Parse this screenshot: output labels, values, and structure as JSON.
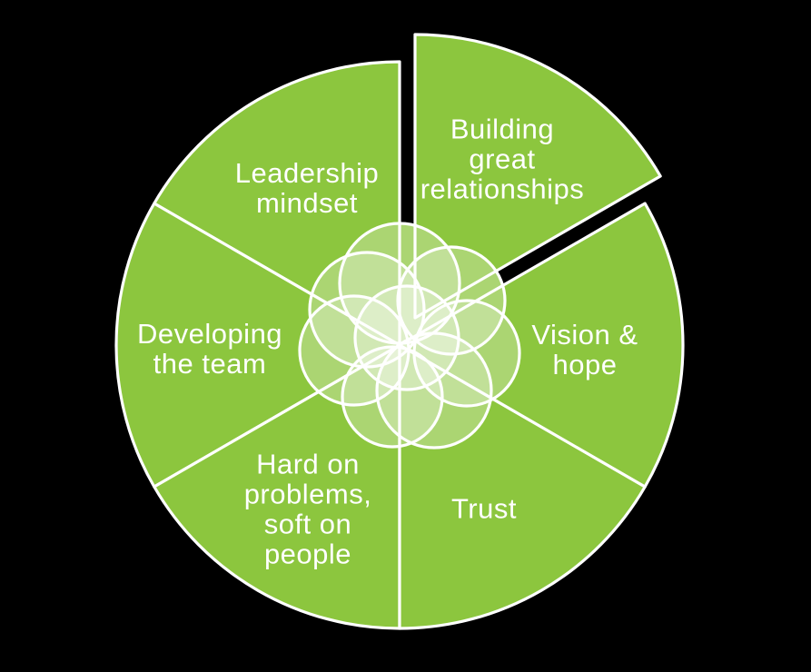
{
  "background_color": "#000000",
  "colors": {
    "slice_green": "#8CC63E",
    "outline_white": "#FFFFFF",
    "label_white": "#FFFFFF",
    "cluster_fill": "rgba(255,255,255,0.27)"
  },
  "diagram": {
    "type": "segmented-wheel",
    "center_motif": "rosette-of-overlapping-translucent-circles",
    "segments": [
      {
        "id": "building-great-relationships",
        "label": "Building\ngreat\nrelationships",
        "exploded": true
      },
      {
        "id": "vision-and-hope",
        "label": "Vision &\nhope",
        "exploded": false
      },
      {
        "id": "trust",
        "label": "Trust",
        "exploded": false
      },
      {
        "id": "hard-on-problems-soft-on-people",
        "label": "Hard on\nproblems,\nsoft on\npeople",
        "exploded": false
      },
      {
        "id": "developing-the-team",
        "label": "Developing\nthe team",
        "exploded": false
      },
      {
        "id": "leadership-mindset",
        "label": "Leadership\nmindset",
        "exploded": false
      }
    ]
  }
}
